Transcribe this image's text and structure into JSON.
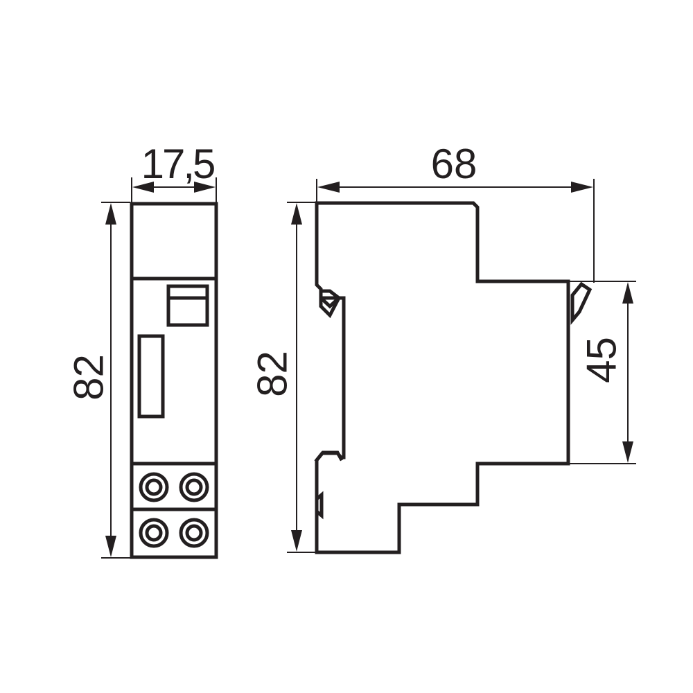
{
  "front_view": {
    "width_label": "17,5",
    "height_label": "82"
  },
  "side_view": {
    "depth_label": "68",
    "height_label": "82",
    "front_height_label": "45"
  },
  "colors": {
    "line": "#231f20",
    "background": "#ffffff"
  }
}
